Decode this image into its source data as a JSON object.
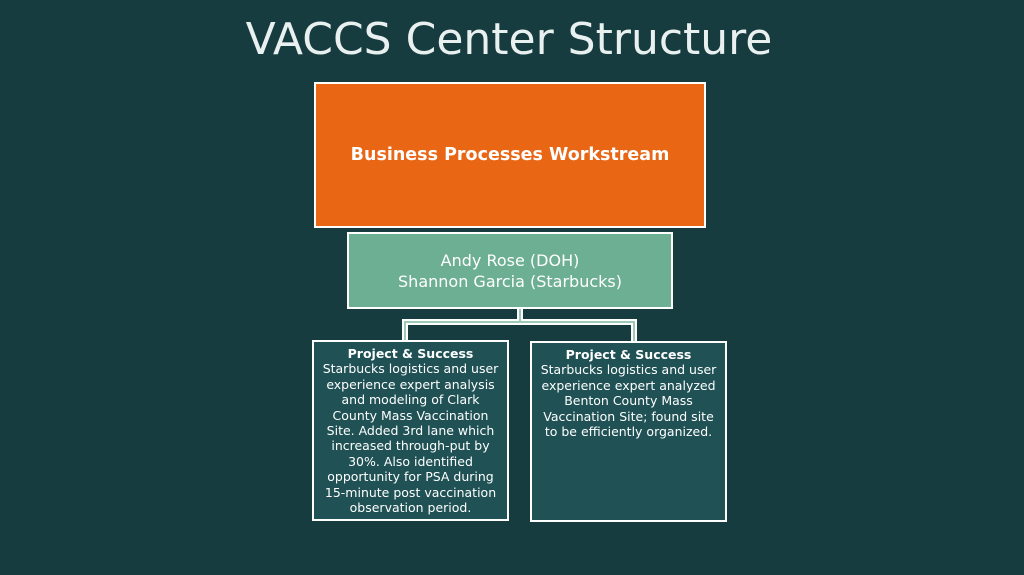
{
  "title": "VACCS Center Structure",
  "workstream": {
    "label": "Business Processes Workstream"
  },
  "leads": {
    "line1": "Andy Rose (DOH)",
    "line2": "Shannon Garcia (Starbucks)"
  },
  "cards": [
    {
      "heading": "Project & Success",
      "body": "Starbucks logistics and user experience expert analysis and modeling of Clark County Mass Vaccination Site. Added 3rd lane which increased through-put by 30%. Also identified opportunity for PSA during 15-minute post vaccination observation period."
    },
    {
      "heading": "Project & Success",
      "body": "Starbucks logistics and user experience expert analyzed Benton County Mass Vaccination Site; found site to be efficiently organized."
    }
  ],
  "colors": {
    "background": "#173c40",
    "workstream_fill": "#e86614",
    "leads_fill": "#6daf93",
    "card_fill": "#1f5155",
    "border": "#ffffff"
  }
}
